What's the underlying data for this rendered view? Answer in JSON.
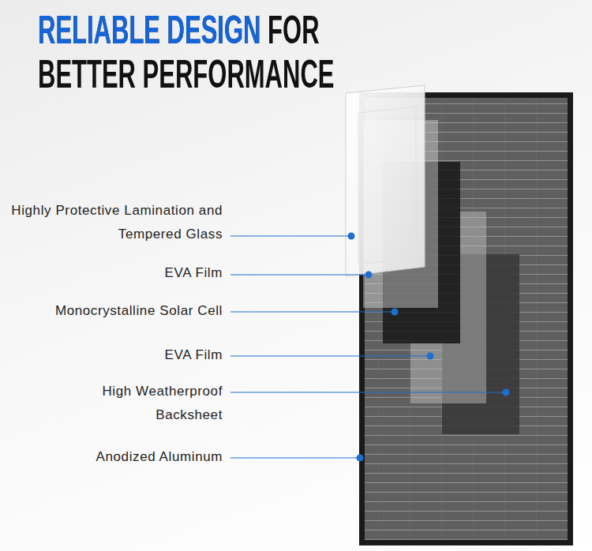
{
  "diagram": {
    "title": "RELIABLE DESIGN FOR BETTER PERFORMANCE",
    "labels": [
      "Highly Protective Lamination and Tempered Glass",
      "EVA Film",
      "Monocrystalline Solar Cell",
      "EVA Film",
      "High Weatherproof Backsheet",
      "Anodized Aluminum"
    ]
  }
}
